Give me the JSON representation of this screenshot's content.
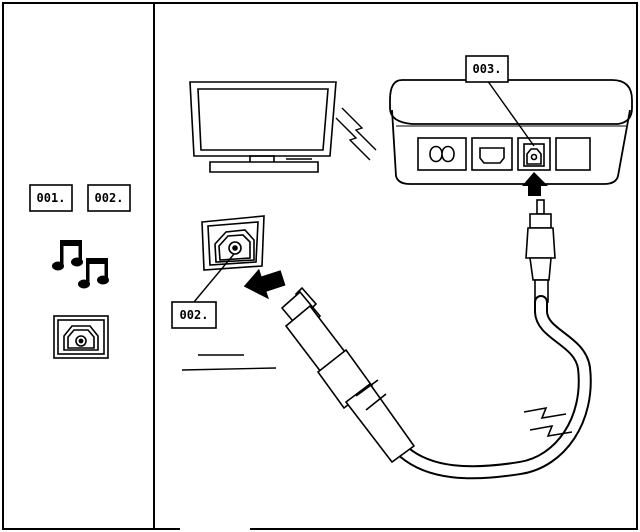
{
  "sidebar": {
    "labels": [
      "001.",
      "002."
    ],
    "icons": [
      "music-notes-icon",
      "optical-port-icon"
    ]
  },
  "main": {
    "callouts": {
      "box_port": "003.",
      "cable_port": "002."
    },
    "devices": [
      "tv-icon",
      "set-top-box-icon",
      "optical-cable-icon"
    ]
  },
  "colors": {
    "ink": "#000000",
    "paper": "#ffffff",
    "frame": "#000000"
  }
}
